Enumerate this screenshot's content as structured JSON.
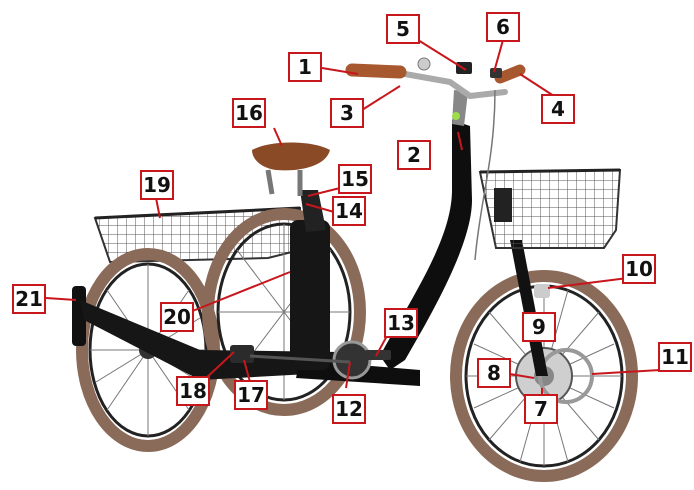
{
  "diagram": {
    "subject": "three-wheel electric tricycle parts diagram",
    "callout_color": "#c8161d",
    "frame_color": "#111111",
    "tire_color": "#8a6a58",
    "saddle_color": "#8b4a26",
    "grip_color": "#a8582e",
    "callouts": [
      {
        "id": "1",
        "label": "1"
      },
      {
        "id": "2",
        "label": "2"
      },
      {
        "id": "3",
        "label": "3"
      },
      {
        "id": "4",
        "label": "4"
      },
      {
        "id": "5",
        "label": "5"
      },
      {
        "id": "6",
        "label": "6"
      },
      {
        "id": "7",
        "label": "7"
      },
      {
        "id": "8",
        "label": "8"
      },
      {
        "id": "9",
        "label": "9"
      },
      {
        "id": "10",
        "label": "10"
      },
      {
        "id": "11",
        "label": "11"
      },
      {
        "id": "12",
        "label": "12"
      },
      {
        "id": "13",
        "label": "13"
      },
      {
        "id": "14",
        "label": "14"
      },
      {
        "id": "15",
        "label": "15"
      },
      {
        "id": "16",
        "label": "16"
      },
      {
        "id": "17",
        "label": "17"
      },
      {
        "id": "18",
        "label": "18"
      },
      {
        "id": "19",
        "label": "19"
      },
      {
        "id": "20",
        "label": "20"
      },
      {
        "id": "21",
        "label": "21"
      }
    ]
  }
}
